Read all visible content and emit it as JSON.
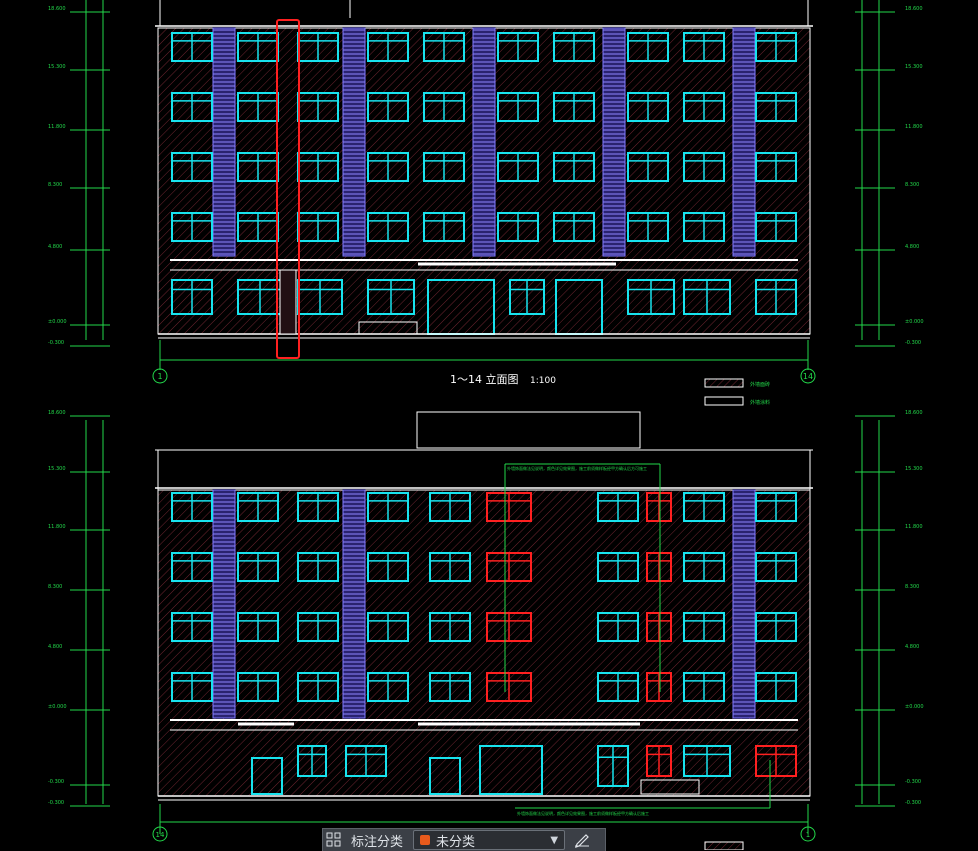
{
  "app": {
    "title": "CAD elevation drawing"
  },
  "elevation_top": {
    "title": "1～14 立面图",
    "scale": "1:100",
    "axis_left": "1",
    "axis_right": "14",
    "legend": [
      "外墙面砖",
      "外墙涂料"
    ]
  },
  "elevation_bottom": {
    "axis_left": "14",
    "axis_right": "1",
    "note_top": "外墙饰面做法见说明，颜色详见效果图，施工前须做样板经甲方确认后方可施工",
    "note_bottom": "外墙饰面做法见说明，颜色详见效果图，施工前须做样板经甲方确认后施工"
  },
  "levels": [
    "18.600",
    "15.300",
    "11.800",
    "8.300",
    "4.800",
    "±0.000",
    "-0.300"
  ],
  "toolbar": {
    "annotation_label": "标注分类",
    "category_value": "未分类",
    "category_color": "#e85a1c"
  },
  "colors": {
    "window": "#18e3ee",
    "frame": "#ffffff",
    "dim": "#22d84a",
    "pier": "#7f79ff",
    "highlight": "#ff2020",
    "hatch": "#7b2a33"
  }
}
